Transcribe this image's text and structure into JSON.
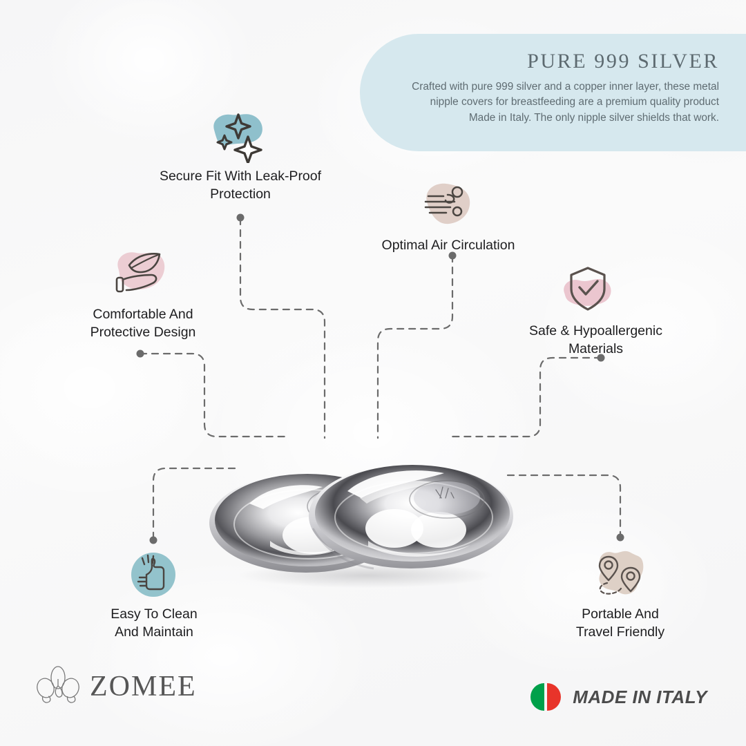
{
  "banner": {
    "title": "PURE 999 SILVER",
    "body": "Crafted with pure 999 silver and a copper inner layer, these metal nipple covers for breastfeeding are a premium quality product Made in Italy. The only nipple silver shields that work.",
    "bg_color": "#d6e8ee",
    "title_color": "#5d6a70"
  },
  "features": [
    {
      "id": "secure",
      "label_line1": "Secure Fit With Leak-Proof",
      "label_line2": "Protection",
      "icon": "sparkles-icon",
      "blob_color": "#8fc0cc"
    },
    {
      "id": "comfort",
      "label_line1": "Comfortable And",
      "label_line2": "Protective Design",
      "icon": "hand-leaf-icon",
      "blob_color": "#eccdd3"
    },
    {
      "id": "air",
      "label_line1": "Optimal Air Circulation",
      "label_line2": "",
      "icon": "wind-icon",
      "blob_color": "#e0cfc8"
    },
    {
      "id": "safe",
      "label_line1": "Safe & Hypoallergenic",
      "label_line2": "Materials",
      "icon": "shield-check-icon",
      "blob_color": "#ebc6cf"
    },
    {
      "id": "clean",
      "label_line1": "Easy To Clean",
      "label_line2": "And Maintain",
      "icon": "thumbs-up-icon",
      "blob_color": "#93c3cc"
    },
    {
      "id": "portable",
      "label_line1": "Portable And",
      "label_line2": "Travel Friendly",
      "icon": "map-pins-icon",
      "blob_color": "#ded0c6"
    }
  ],
  "product": {
    "alt_name": "silver nipple shields pair"
  },
  "footer": {
    "brand": "ZOMEE",
    "brand_icon": "orchid-flower-icon",
    "origin_label": "MADE IN ITALY",
    "flag_icon": "italy-flag-icon",
    "flag_colors": [
      "#00a04a",
      "#ffffff",
      "#e8342a"
    ]
  }
}
